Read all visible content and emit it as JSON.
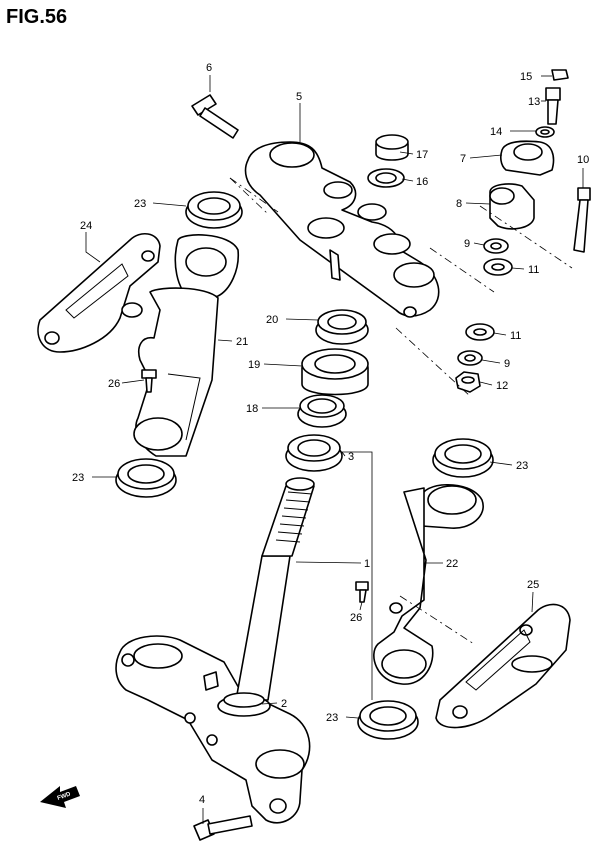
{
  "figure": {
    "title": "FIG.56"
  },
  "labels": {
    "p1": "1",
    "p2": "2",
    "p3": "3",
    "p4": "4",
    "p5": "5",
    "p6": "6",
    "p7": "7",
    "p8": "8",
    "p9a": "9",
    "p9b": "9",
    "p10": "10",
    "p11a": "11",
    "p11b": "11",
    "p12": "12",
    "p13": "13",
    "p14": "14",
    "p15": "15",
    "p16": "16",
    "p17": "17",
    "p18": "18",
    "p19": "19",
    "p20": "20",
    "p21": "21",
    "p22": "22",
    "p23a": "23",
    "p23b": "23",
    "p23c": "23",
    "p23d": "23",
    "p24": "24",
    "p25": "25",
    "p26a": "26",
    "p26b": "26"
  },
  "fwd_badge": "FWD"
}
